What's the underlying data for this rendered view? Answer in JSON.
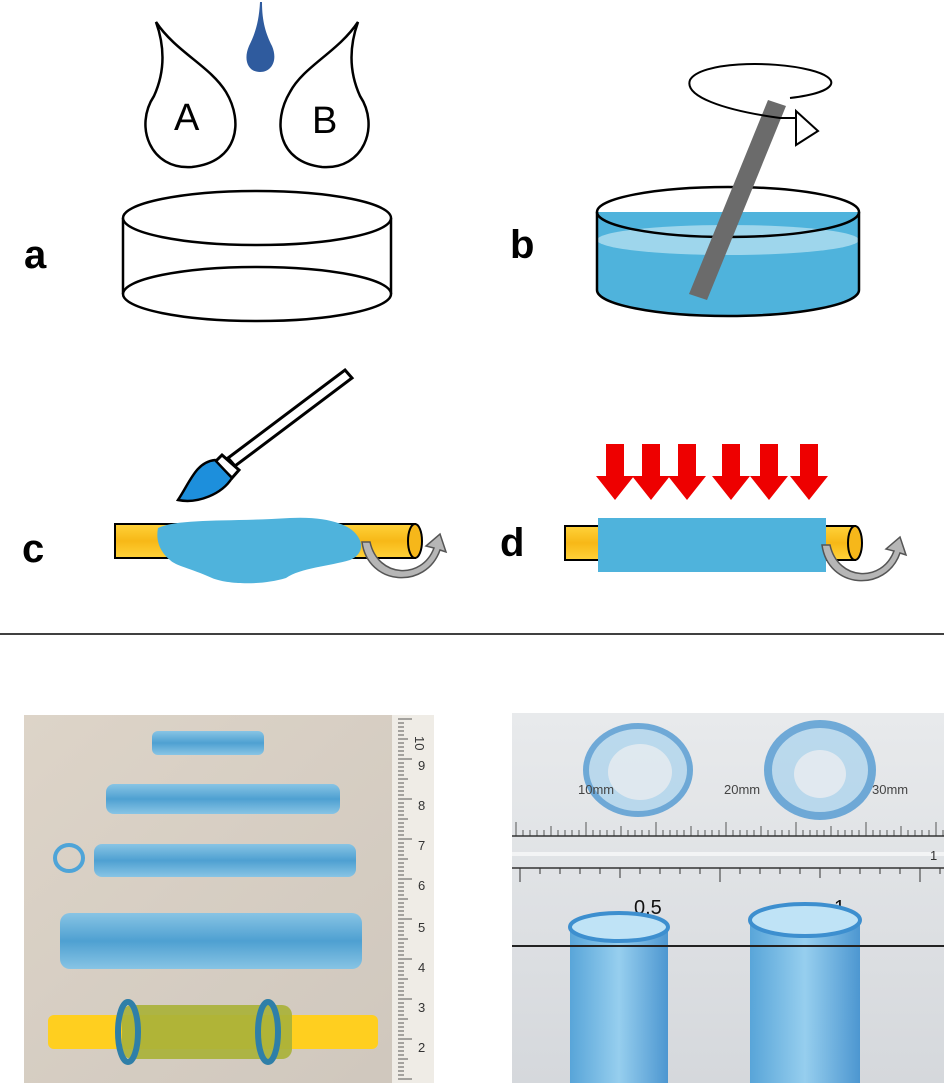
{
  "panels": {
    "a": {
      "label": "a",
      "drop_a": "A",
      "drop_b": "B"
    },
    "b": {
      "label": "b"
    },
    "c": {
      "label": "c"
    },
    "d": {
      "label": "d"
    }
  },
  "photo_left": {
    "ruler_numbers": [
      "10",
      "9",
      "8",
      "7",
      "6",
      "5",
      "4",
      "3",
      "2"
    ]
  },
  "photo_right": {
    "mm_labels": [
      "10mm",
      "20mm",
      "30mm"
    ],
    "scale_label_1": "0.5",
    "scale_label_2": "1",
    "scale_label_edge": "1"
  },
  "colors": {
    "gel_blue": "#4fb3dc",
    "gel_light": "#9ed6ec",
    "rod_yellow": "#f6b71a",
    "arrow_red": "#ee0000",
    "stirrer_gray": "#6b6b6b",
    "drop_blue": "#2f5b9e"
  }
}
